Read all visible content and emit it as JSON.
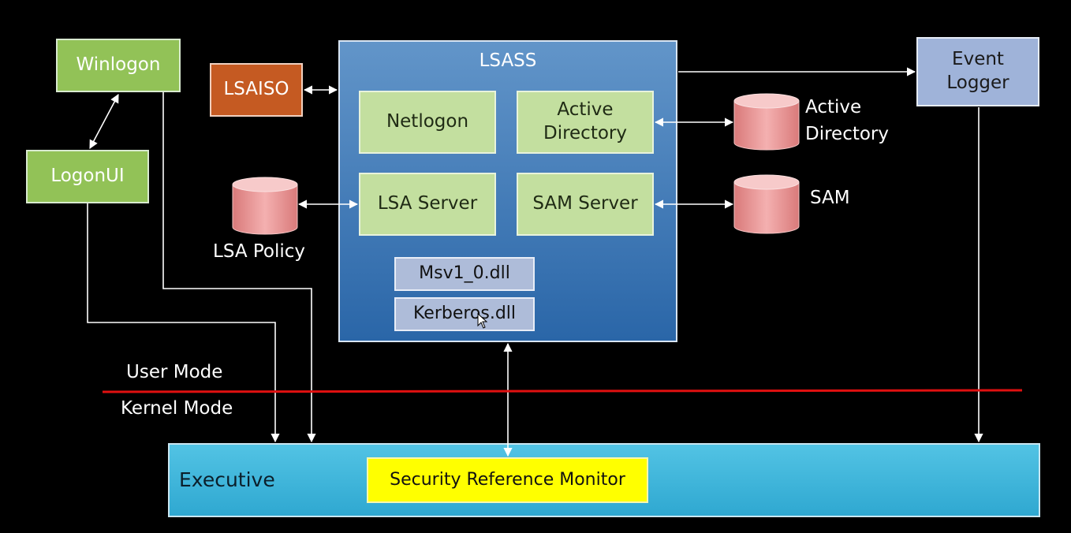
{
  "colors": {
    "background": "#000000",
    "green": "#92c257",
    "inner_green": "#c3df9f",
    "lsaiso": "#c55a22",
    "lsass_top": "#6295c9",
    "lsass_bottom": "#2a66a8",
    "event_logger": "#9fb3d9",
    "executive": "#3cb7dc",
    "srm": "#ffff00",
    "cylinder": "#e98f8f",
    "mode_line": "#e01010",
    "connector": "#ffffff"
  },
  "nodes": {
    "winlogon": "Winlogon",
    "logonui": "LogonUI",
    "lsaiso": "LSAISO",
    "lsass": "LSASS",
    "netlogon": "Netlogon",
    "active_directory_svc": "Active Directory",
    "lsa_server": "LSA Server",
    "sam_server": "SAM Server",
    "msv1_dll": "Msv1_0.dll",
    "kerberos_dll": "Kerberos.dll",
    "event_logger": "Event Logger",
    "executive": "Executive",
    "srm": "Security Reference Monitor"
  },
  "stores": {
    "lsa_policy": "LSA Policy",
    "active_directory_db": "Active Directory",
    "sam": "SAM"
  },
  "modes": {
    "user": "User Mode",
    "kernel": "Kernel Mode"
  },
  "edges": [
    {
      "from": "Winlogon",
      "to": "LogonUI",
      "direction": "both"
    },
    {
      "from": "LSAISO",
      "to": "LSASS",
      "direction": "both"
    },
    {
      "from": "LSA Policy",
      "to": "LSA Server",
      "direction": "both"
    },
    {
      "from": "Active Directory",
      "to": "Active Directory",
      "direction": "both"
    },
    {
      "from": "SAM Server",
      "to": "SAM",
      "direction": "both"
    },
    {
      "from": "LSASS",
      "to": "Event Logger",
      "direction": "forward"
    },
    {
      "from": "LSASS",
      "to": "Security Reference Monitor",
      "direction": "both"
    },
    {
      "from": "Winlogon",
      "to": "Executive",
      "direction": "forward"
    },
    {
      "from": "LogonUI",
      "to": "Executive",
      "direction": "forward"
    },
    {
      "from": "Event Logger",
      "to": "Executive",
      "direction": "forward"
    }
  ]
}
